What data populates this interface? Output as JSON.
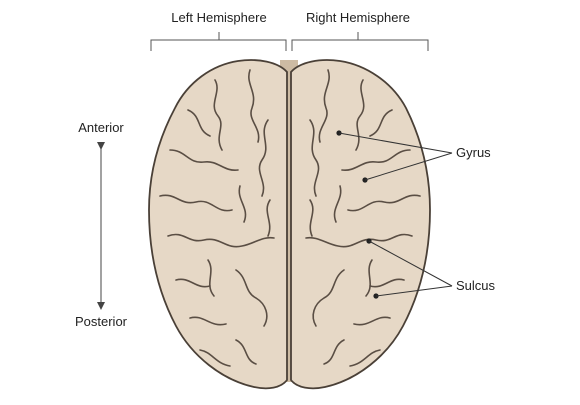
{
  "labels": {
    "left_hemisphere": "Left Hemisphere",
    "right_hemisphere": "Right Hemisphere",
    "anterior": "Anterior",
    "posterior": "Posterior",
    "gyrus": "Gyrus",
    "sulcus": "Sulcus"
  },
  "colors": {
    "brain_fill": "#e6d8c6",
    "fissure_fill": "#cdbba3",
    "outline": "#4a4037",
    "line": "#444444",
    "text": "#222222"
  }
}
